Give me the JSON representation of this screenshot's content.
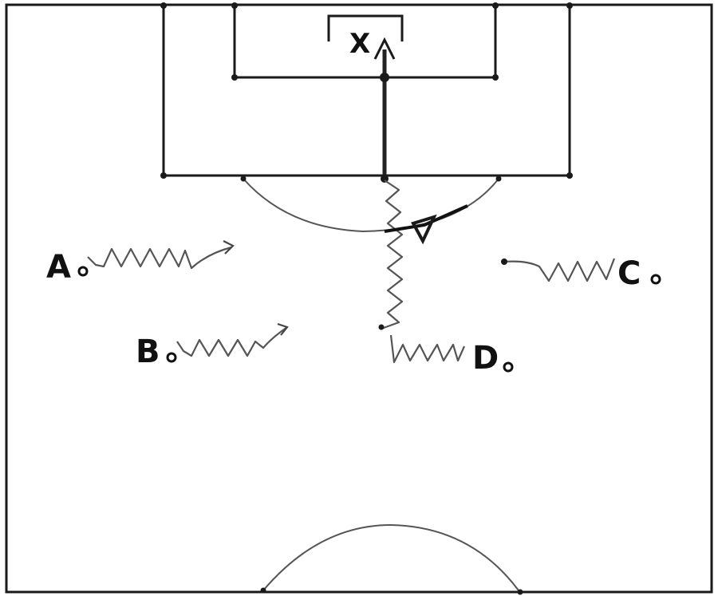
{
  "labels": {
    "goal_marker": "X",
    "player_a": "A",
    "player_b": "B",
    "player_c": "C",
    "player_d": "D"
  },
  "icons": {
    "cone": "cone-icon",
    "player": "player-dot-icon"
  },
  "colors": {
    "lines": "#1a1a1a",
    "background": "#ffffff"
  }
}
